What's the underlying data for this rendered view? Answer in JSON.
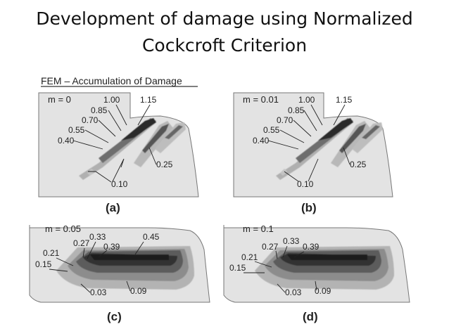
{
  "slide": {
    "title_line1": "Development of damage using Normalized",
    "title_line2": "Cockcroft Criterion"
  },
  "figure": {
    "heading": "FEM – Accumulation of Damage",
    "panels": [
      {
        "m_label": "m = 0",
        "caption": "(a)",
        "contours": {
          "c100": "1.00",
          "c115": "1.15",
          "c085": "0.85",
          "c070": "0.70",
          "c055": "0.55",
          "c040": "0.40",
          "c025": "0.25",
          "c010": "0.10"
        }
      },
      {
        "m_label": "m = 0.01",
        "caption": "(b)",
        "contours": {
          "c100": "1.00",
          "c115": "1.15",
          "c085": "0.85",
          "c070": "0.70",
          "c055": "0.55",
          "c040": "0.40",
          "c025": "0.25",
          "c010": "0.10"
        }
      },
      {
        "m_label": "m = 0.05",
        "caption": "(c)",
        "contours": {
          "c027": "0.27",
          "c033": "0.33",
          "c039": "0.39",
          "c045": "0.45",
          "c021": "0.21",
          "c015": "0.15",
          "c003": "0.03",
          "c009": "0.09"
        }
      },
      {
        "m_label": "m = 0.1",
        "caption": "(d)",
        "contours": {
          "c027": "0.27",
          "c033": "0.33",
          "c039": "0.39",
          "c021": "0.21",
          "c015": "0.15",
          "c003": "0.03",
          "c009": "0.09"
        }
      }
    ]
  }
}
